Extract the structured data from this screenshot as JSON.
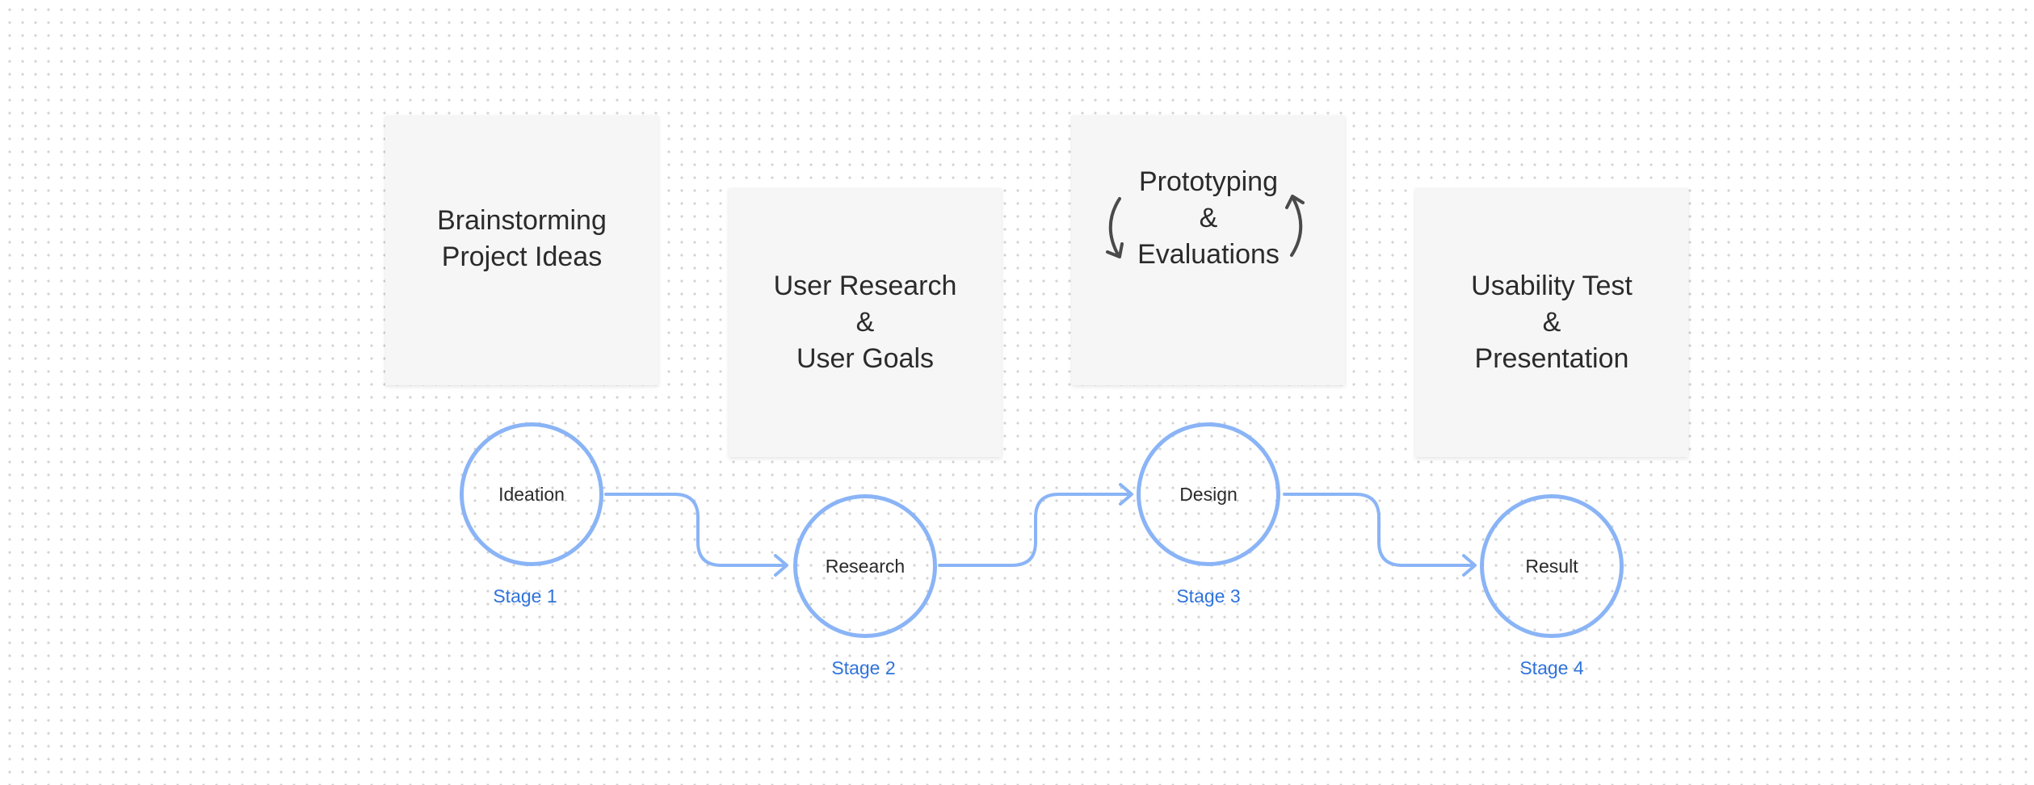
{
  "colors": {
    "circle_stroke": "#8ab4f6",
    "stage_label": "#2f73dc",
    "card_bg": "#f6f6f6",
    "text": "#2b2b2b"
  },
  "cards": [
    {
      "text": "Brainstorming\nProject Ideas"
    },
    {
      "text": "User Research\n&\nUser Goals"
    },
    {
      "text": "Prototyping\n&\nEvaluations"
    },
    {
      "text": "Usability Test\n&\nPresentation"
    }
  ],
  "stages": [
    {
      "name": "Ideation",
      "label": "Stage 1"
    },
    {
      "name": "Research",
      "label": "Stage 2"
    },
    {
      "name": "Design",
      "label": "Stage 3"
    },
    {
      "name": "Result",
      "label": "Stage 4"
    }
  ],
  "icons": {
    "cycle": "cycle-arrows-icon",
    "connector": "arrow-right-icon"
  }
}
